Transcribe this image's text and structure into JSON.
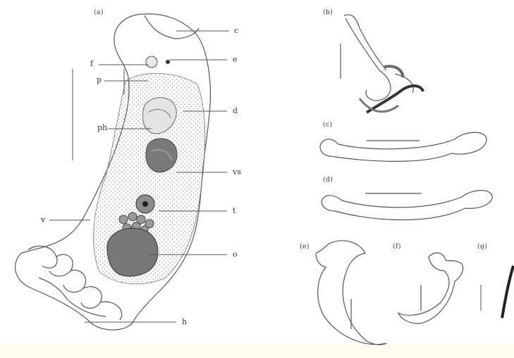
{
  "panels": {
    "a": "(a)",
    "b": "(b)",
    "c": "(c)",
    "d": "(d)",
    "e": "(e)",
    "f": "(f)",
    "g": "(g)"
  },
  "labels": {
    "c": "c",
    "e": "e",
    "f": "f",
    "p": "p",
    "ph": "ph",
    "d": "d",
    "vs": "vs",
    "t": "t",
    "v": "v",
    "o": "o",
    "h": "h"
  },
  "colors": {
    "line": "#555555",
    "stipple": "#9a9a9a",
    "organ_dark": "#6e6e6e",
    "organ_mid": "#8c8c8c",
    "sclerite": "#3c3c3c"
  }
}
